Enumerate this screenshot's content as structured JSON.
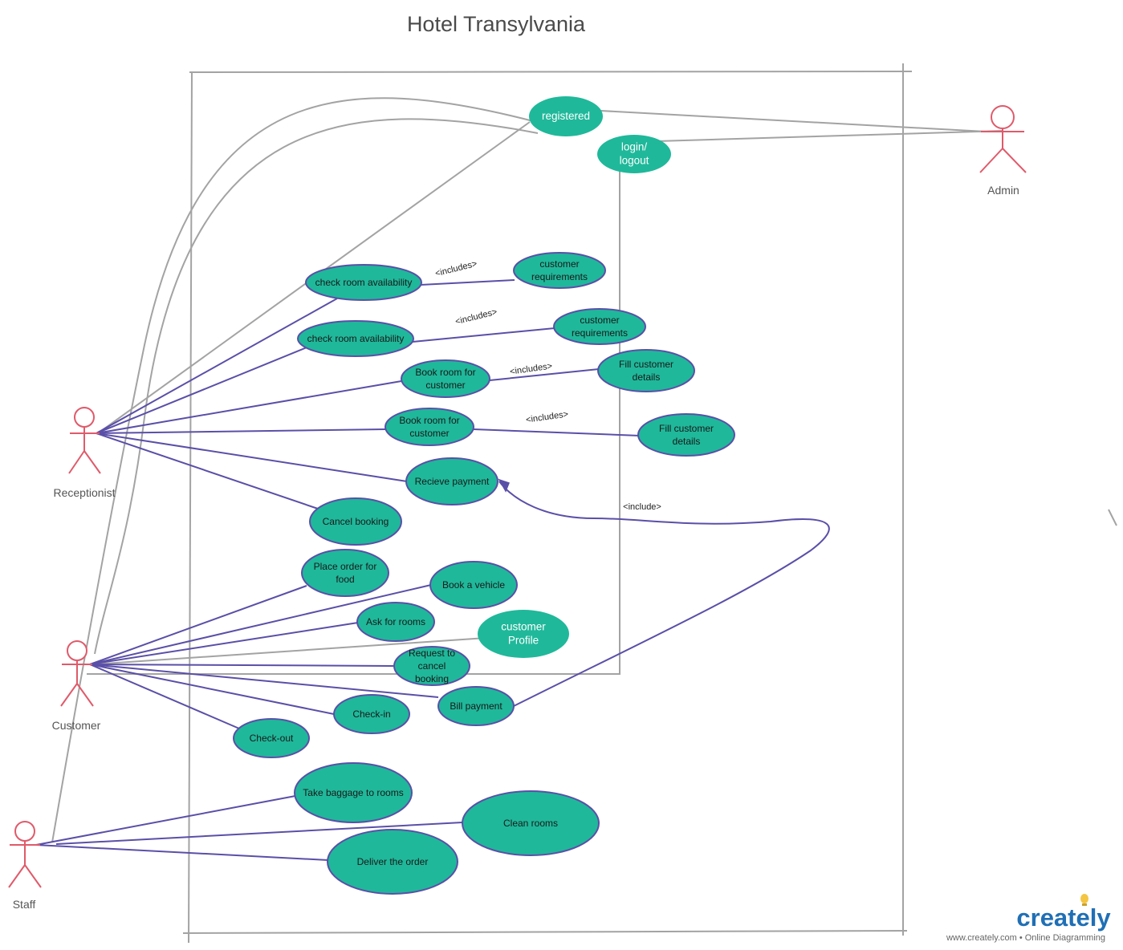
{
  "title": "Hotel Transylvania",
  "colors": {
    "use_case_fill": "#1fb89a",
    "use_case_stroke": "#5a4fa8",
    "actor": "#e05a6a",
    "association": "#5a4fa8",
    "gray_line": "#a3a3a3"
  },
  "actors": [
    {
      "id": "receptionist",
      "label": "Receptionist"
    },
    {
      "id": "admin",
      "label": "Admin"
    },
    {
      "id": "customer",
      "label": "Customer"
    },
    {
      "id": "staff",
      "label": "Staff"
    }
  ],
  "use_cases": [
    {
      "id": "registered",
      "lines": [
        "registered"
      ]
    },
    {
      "id": "login",
      "lines": [
        "login/",
        "logout"
      ]
    },
    {
      "id": "check1",
      "lines": [
        "check room availability"
      ]
    },
    {
      "id": "req1",
      "lines": [
        "customer",
        "requirements"
      ]
    },
    {
      "id": "check2",
      "lines": [
        "check room availability"
      ]
    },
    {
      "id": "req2",
      "lines": [
        "customer",
        "requirements"
      ]
    },
    {
      "id": "book1",
      "lines": [
        "Book room for",
        "customer"
      ]
    },
    {
      "id": "fill1",
      "lines": [
        "Fill customer",
        "details"
      ]
    },
    {
      "id": "book2",
      "lines": [
        "Book room for",
        "customer"
      ]
    },
    {
      "id": "fill2",
      "lines": [
        "Fill customer",
        "details"
      ]
    },
    {
      "id": "receive",
      "lines": [
        "Recieve payment"
      ]
    },
    {
      "id": "cancel",
      "lines": [
        "Cancel booking"
      ]
    },
    {
      "id": "food",
      "lines": [
        "Place order for",
        "food"
      ]
    },
    {
      "id": "vehicle",
      "lines": [
        "Book a vehicle"
      ]
    },
    {
      "id": "askrooms",
      "lines": [
        "Ask for rooms"
      ]
    },
    {
      "id": "profile",
      "lines": [
        "customer",
        "Profile"
      ]
    },
    {
      "id": "reqcancel",
      "lines": [
        "Request to",
        "cancel",
        "booking"
      ]
    },
    {
      "id": "billpay",
      "lines": [
        "Bill payment"
      ]
    },
    {
      "id": "checkin",
      "lines": [
        "Check-in"
      ]
    },
    {
      "id": "checkout",
      "lines": [
        "Check-out"
      ]
    },
    {
      "id": "baggage",
      "lines": [
        "Take baggage to rooms"
      ]
    },
    {
      "id": "clean",
      "lines": [
        "Clean rooms"
      ]
    },
    {
      "id": "deliver",
      "lines": [
        "Deliver the order"
      ]
    }
  ],
  "relationship_labels": {
    "inc1": "<includes>",
    "inc2": "<includes>",
    "inc3": "<includes>",
    "inc4": "<includes>",
    "include_bill": "<include>"
  },
  "logo": {
    "main": "creately",
    "sub": "www.creately.com • Online Diagramming"
  }
}
